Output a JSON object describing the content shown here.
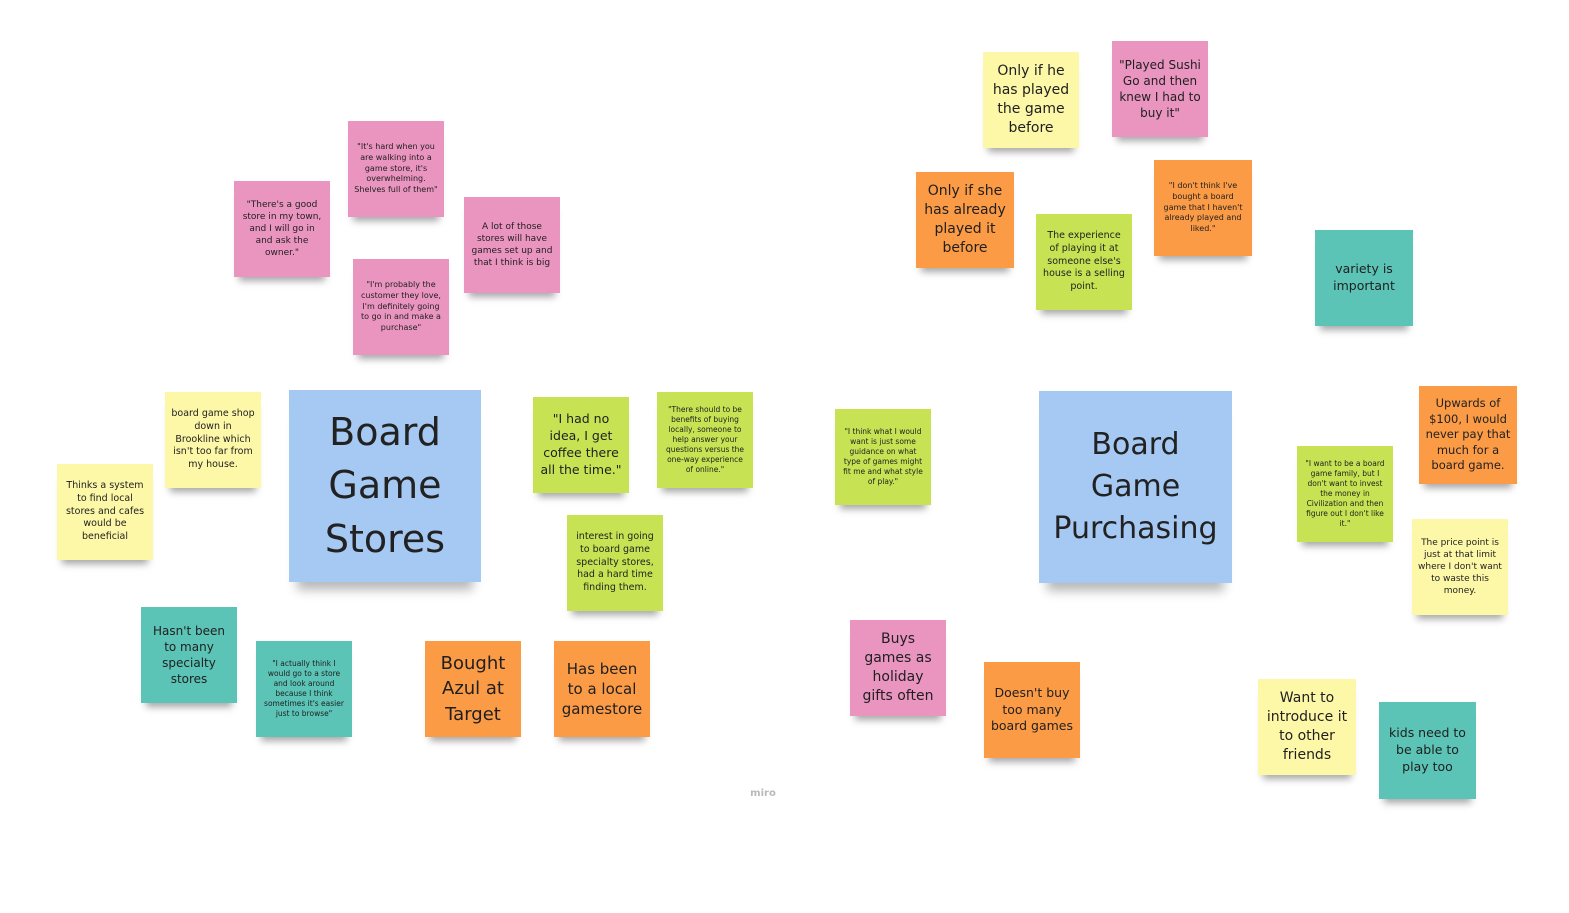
{
  "colors": {
    "yellow": "#fdf7a8",
    "pink": "#ea94c0",
    "orange": "#fb9b46",
    "green": "#c7e354",
    "teal": "#5bc4b6",
    "blue": "#a6c9f3",
    "background": "#ffffff"
  },
  "watermark": "miro",
  "stores": {
    "title": "Board Game Stores",
    "good_store": "\"There's a good store in my town, and I will go in and ask the owner.\"",
    "walking_in": "\"It's hard when you are walking into a game store, it's overwhelming. Shelves full of them\"",
    "games_set_up": "A lot of those stores will have games set up and that I think is big",
    "customer_love": "\"I'm probably the customer they love, I'm definitely going to go in and make a purchase\"",
    "brookline": "board game shop down in Brookline which isn't too far from my house.",
    "system": "Thinks a system to find local stores and cafes would be beneficial",
    "no_idea": "\"I had no idea, I get coffee there all the time.\"",
    "benefits": "\"There should to be benefits of buying locally, someone to help answer your questions versus the one-way experience of online.\"",
    "interest": "interest in going to board game specialty stores, had a hard time finding them.",
    "not_many": "Hasn't been to many specialty stores",
    "look_around": "\"I actually think I would go to a store and look around because I think sometimes it's easier just to browse\"",
    "azul": "Bought Azul at Target",
    "local_gamestore": "Has been to a local gamestore"
  },
  "purchasing": {
    "title": "Board Game Purchasing",
    "only_if_he": "Only if he has played the game before",
    "sushi_go": "\"Played Sushi Go and then knew I had to buy it\"",
    "only_if_she": "Only if she has already played it before",
    "experience": "The experience of playing it at someone else's house is a selling point.",
    "dont_think": "\"I don't think I've bought a board game that I haven't already played and liked.\"",
    "variety": "variety is important",
    "guidance": "\"I think what I would want is just some guidance on what type of games might fit me and what style of play.\"",
    "upwards": "Upwards of $100, I would never pay that much for a board game.",
    "family": "\"I want to be a board game family, but I don't want to invest the money in Civilization and then figure out I don't like it.\"",
    "price_point": "The price point is just at that limit where I don't want to waste this money.",
    "holiday": "Buys games as holiday gifts often",
    "too_many": "Doesn't buy too many board games",
    "introduce": "Want to introduce it to other friends",
    "kids": "kids need to be able to play too"
  }
}
